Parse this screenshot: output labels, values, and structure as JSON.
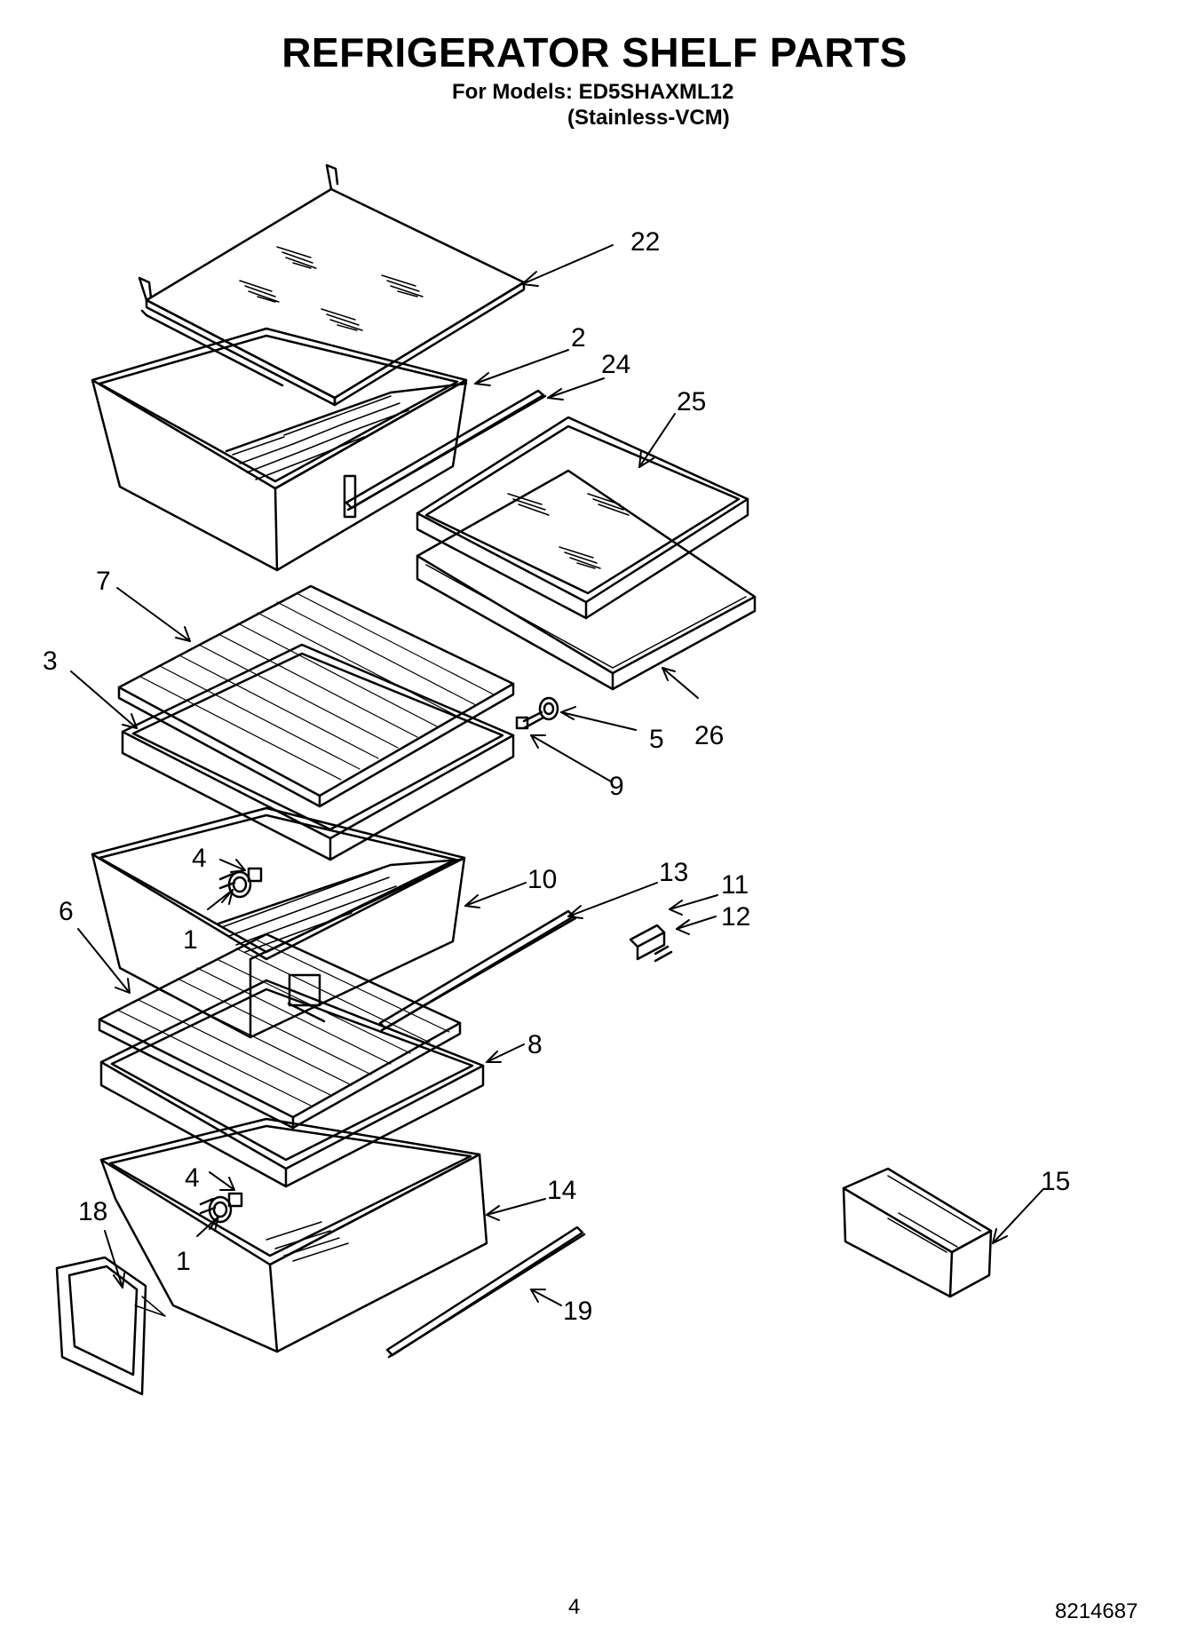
{
  "header": {
    "title": "REFRIGERATOR SHELF PARTS",
    "models_line": "For Models: ED5SHAXML12",
    "variant_line": "(Stainless-VCM)"
  },
  "callouts": {
    "c22": "22",
    "c2": "2",
    "c24": "24",
    "c25": "25",
    "c7": "7",
    "c3": "3",
    "c5": "5",
    "c26": "26",
    "c9": "9",
    "c4a": "4",
    "c1a": "1",
    "c10": "10",
    "c13": "13",
    "c11": "11",
    "c12": "12",
    "c6": "6",
    "c8": "8",
    "c4b": "4",
    "c1b": "1",
    "c14": "14",
    "c18": "18",
    "c19": "19",
    "c15": "15"
  },
  "footer": {
    "page_number": "4",
    "document_number": "8214687"
  }
}
